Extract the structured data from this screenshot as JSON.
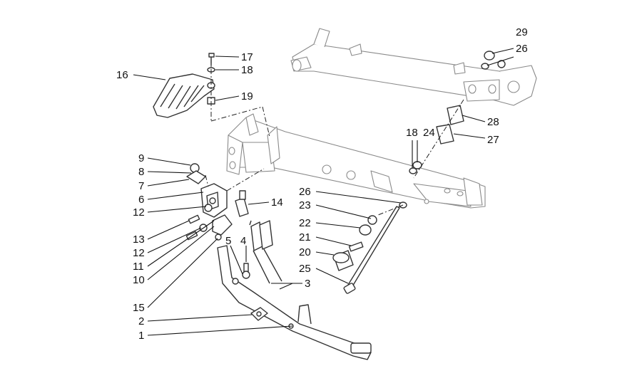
{
  "diagram": {
    "callouts": [
      "1",
      "2",
      "3",
      "4",
      "5",
      "6",
      "7",
      "8",
      "9",
      "10",
      "11",
      "12",
      "12",
      "13",
      "14",
      "15",
      "16",
      "17",
      "18",
      "19",
      "20",
      "21",
      "22",
      "23",
      "24",
      "25",
      "26",
      "26",
      "27",
      "28",
      "29",
      "18"
    ]
  }
}
